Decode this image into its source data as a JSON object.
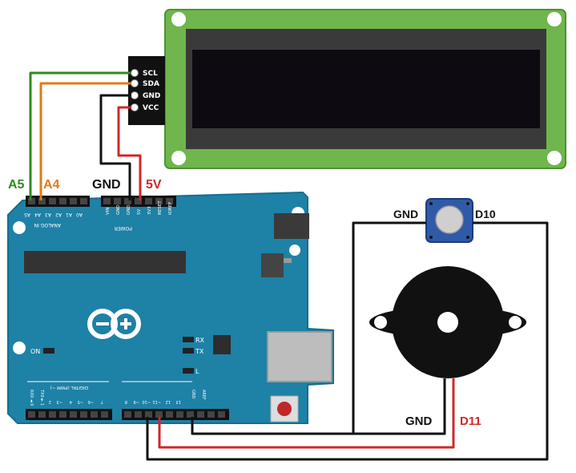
{
  "lcd": {
    "pins": [
      "SCL",
      "SDA",
      "GND",
      "VCC"
    ]
  },
  "labels": {
    "a5": "A5",
    "a4": "A4",
    "gnd_top": "GND",
    "v5": "5V",
    "btn_gnd": "GND",
    "btn_d10": "D10",
    "buzz_gnd": "GND",
    "buzz_d11": "D11"
  },
  "arduino": {
    "analog_pins": [
      "A5",
      "A4",
      "A3",
      "A2",
      "A1",
      "A0"
    ],
    "analog_header": "ANALOG IN",
    "power_pins": [
      "VIN",
      "GND",
      "GND",
      "5V",
      "3V3",
      "RESET",
      "IOREF"
    ],
    "power_header": "POWER",
    "digital_header": "DIGITAL (PWM ~)",
    "digital_left": [
      "RX0 ◄ 0",
      "TX0 ► 1",
      "2",
      "~3",
      "4",
      "~5",
      "~6",
      "7"
    ],
    "digital_right": [
      "8",
      "~9",
      "~10",
      "~11",
      "12",
      "13",
      "GND",
      "AREF"
    ],
    "rx": "RX",
    "tx": "TX",
    "l": "L",
    "on": "ON"
  },
  "colors": {
    "board": "#1e81a6",
    "wire_green": "#2e8b1e",
    "wire_orange": "#e07b1a",
    "wire_red": "#d0282a",
    "wire_black": "#111111",
    "lcd_green": "#6fb64c"
  }
}
